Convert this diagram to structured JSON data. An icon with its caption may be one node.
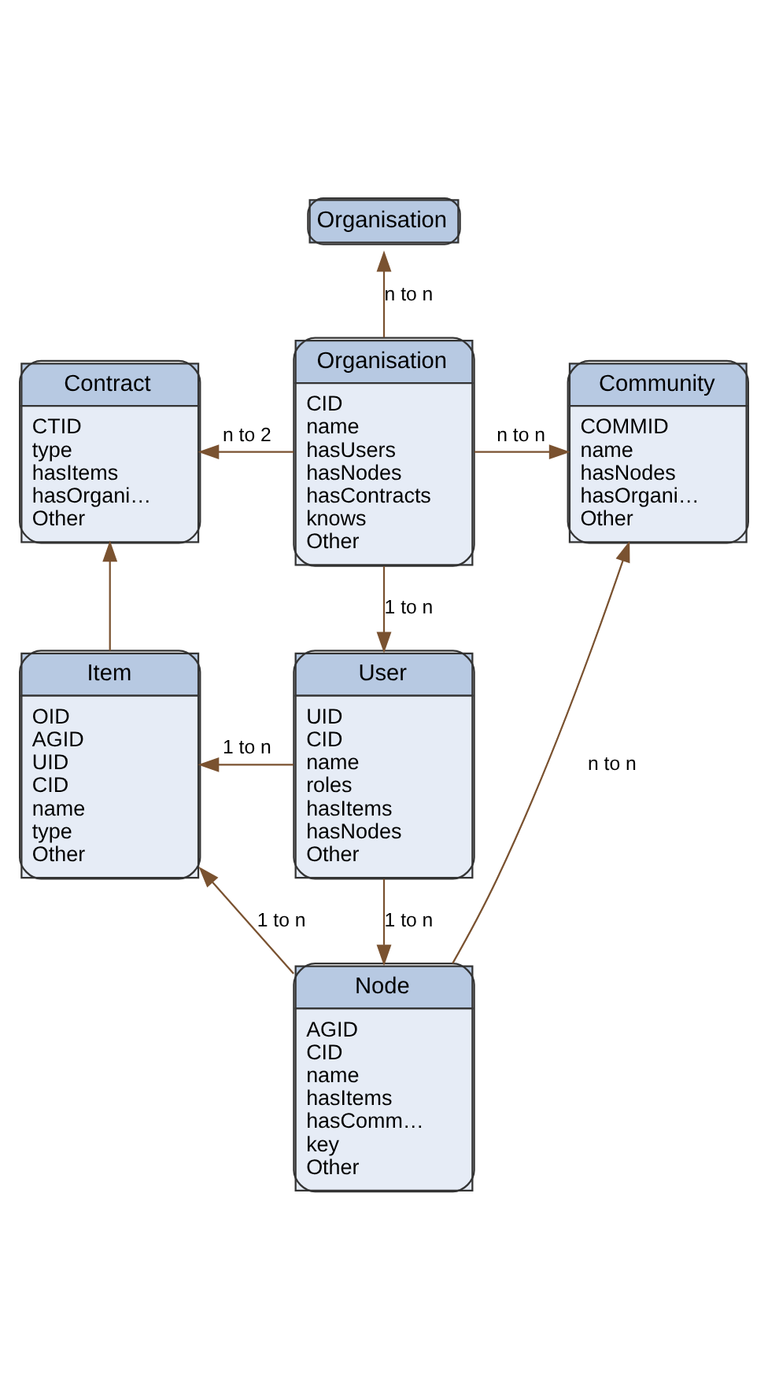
{
  "diagram": {
    "nodes": [
      {
        "text": [
          "Organisation"
        ]
      },
      {
        "text": [
          "Contract",
          "CTID",
          "type",
          "hasItems",
          "hasOrgani…",
          "Other"
        ]
      },
      {
        "text": [
          "Organisation",
          "CID",
          "name",
          "hasUsers",
          "hasNodes",
          "hasContracts",
          "knows",
          "Other"
        ]
      },
      {
        "text": [
          "Community",
          "COMMID",
          "name",
          "hasNodes",
          "hasOrgani…",
          "Other"
        ]
      },
      {
        "text": [
          "Item",
          "OID",
          "AGID",
          "UID",
          "CID",
          "name",
          "type",
          "Other"
        ]
      },
      {
        "text": [
          "User",
          "UID",
          "CID",
          "name",
          "roles",
          "hasItems",
          "hasNodes",
          "Other"
        ]
      },
      {
        "text": [
          "Node",
          "AGID",
          "CID",
          "name",
          "hasItems",
          "hasComm…",
          "key",
          "Other"
        ]
      }
    ],
    "edges": [
      {
        "from": 2,
        "to": 0,
        "arrow": "to",
        "label": "n to n"
      },
      {
        "from": 2,
        "to": 1,
        "arrow": "to",
        "label": "n to 2"
      },
      {
        "from": 2,
        "to": 3,
        "arrow": "to",
        "label": "n to n"
      },
      {
        "from": 2,
        "to": 5,
        "arrow": "to",
        "label": "1 to n"
      },
      {
        "from": 4,
        "to": 1,
        "arrow": "to"
      },
      {
        "from": 5,
        "to": 4,
        "arrow": "to",
        "label": "1 to n"
      },
      {
        "from": 5,
        "to": 6,
        "arrow": "to",
        "label": "1 to n"
      },
      {
        "from": 6,
        "to": 4,
        "arrow": "to",
        "label": "1 to n"
      },
      {
        "from": 6,
        "to": 3,
        "arrow": "to",
        "label": "n to n"
      }
    ]
  }
}
